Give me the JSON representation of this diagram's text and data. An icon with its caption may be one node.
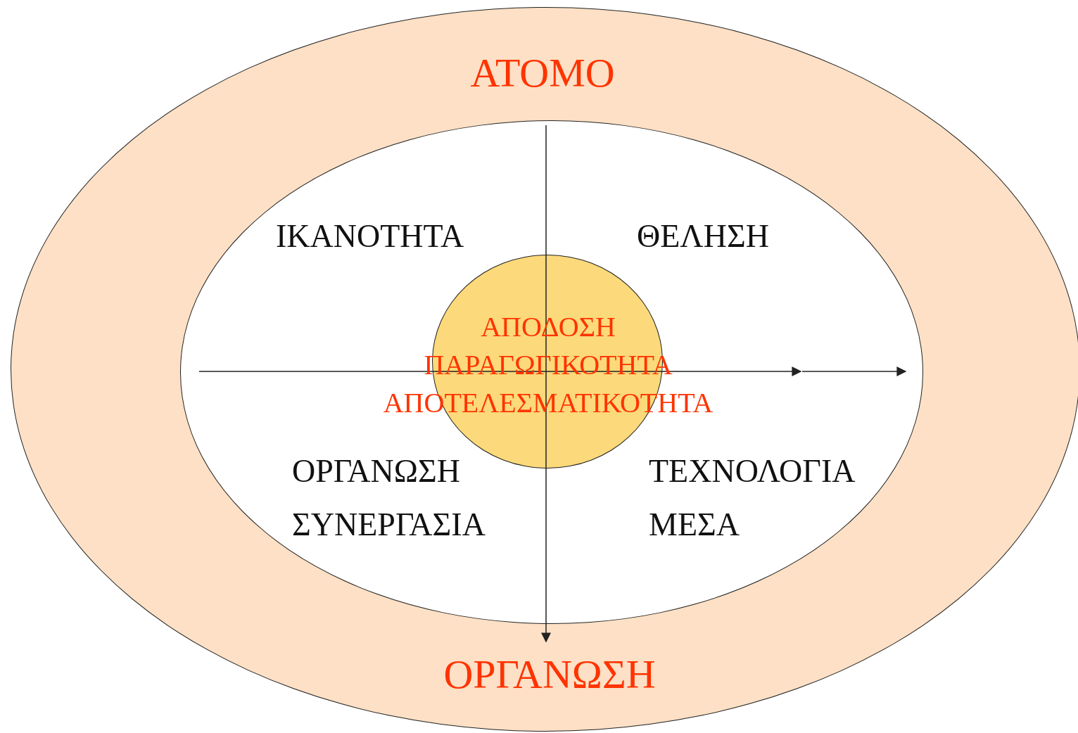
{
  "diagram": {
    "nodes": [
      {
        "text": [
          "ΑΤΟΜΟ",
          "ΟΡΓΑΝΩΣΗ"
        ]
      },
      {
        "text": [],
        "shape": "ellipse",
        "in": 0
      },
      {
        "text": [
          "ΑΠΟΔΟΣΗ ΠΑΡΑΓΩΓΙΚΟΤΗΤΑ ΑΠΟΤΕΛΕΣΜΑΤΙΚΟΤΗΤΑ"
        ],
        "in": 1
      }
    ],
    "labels": [
      "ΙΚΑΝΟΤΗΤΑ",
      "ΘΕΛΗΣΗ",
      "ΟΡΓΑΝΩΣΗ ΣΥΝΕΡΓΑΣΙΑ",
      "ΤΕΧΝΟΛΟΓΙΑ ΜΕΣΑ"
    ]
  }
}
